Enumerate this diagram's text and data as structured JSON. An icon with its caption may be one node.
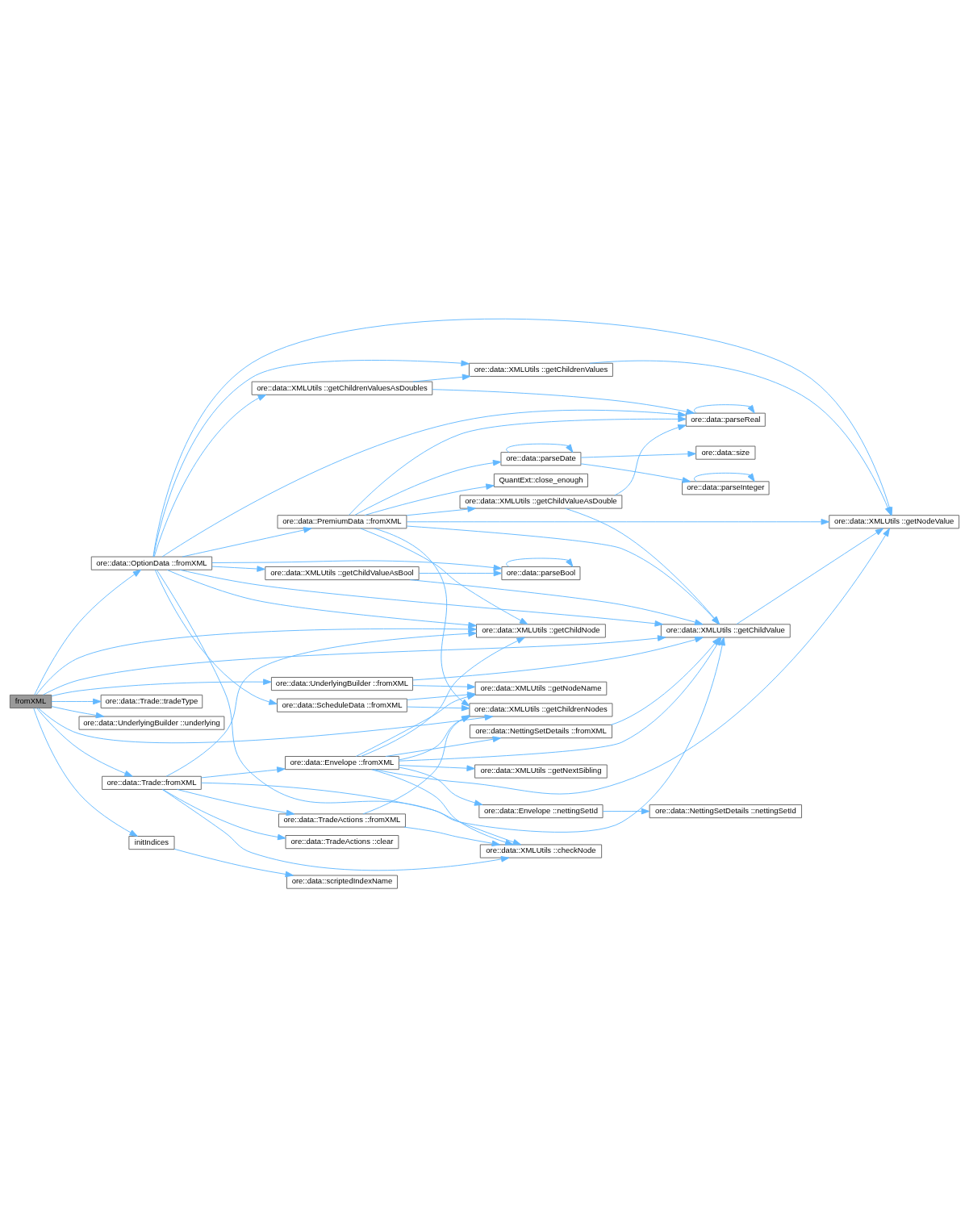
{
  "diagram": {
    "nodes": [
      {
        "text": [
          "fromXML"
        ]
      },
      {
        "text": [
          "ore::data::OptionData ::fromXML"
        ]
      },
      {
        "text": [
          "ore::data::UnderlyingBuilder ::fromXML"
        ]
      },
      {
        "text": [
          "ore::data::Trade::fromXML"
        ]
      },
      {
        "text": [
          "initIndices"
        ]
      },
      {
        "text": [
          "ore::data::Trade::tradeType"
        ]
      },
      {
        "text": [
          "ore::data::UnderlyingBuilder ::underlying"
        ]
      },
      {
        "text": [
          "ore::data::XMLUtils ::getChildrenValuesAsDoubles"
        ]
      },
      {
        "text": [
          "ore::data::PremiumData ::fromXML"
        ]
      },
      {
        "text": [
          "ore::data::XMLUtils ::getChildValueAsBool"
        ]
      },
      {
        "text": [
          "ore::data::ScheduleData ::fromXML"
        ]
      },
      {
        "text": [
          "ore::data::TradeActions ::fromXML"
        ]
      },
      {
        "text": [
          "ore::data::TradeActions ::clear"
        ]
      },
      {
        "text": [
          "ore::data::Envelope ::fromXML"
        ]
      },
      {
        "text": [
          "ore::data::scriptedIndexName"
        ]
      },
      {
        "text": [
          "ore::data::XMLUtils ::getChildrenValues"
        ]
      },
      {
        "text": [
          "QuantExt::close_enough"
        ]
      },
      {
        "text": [
          "ore::data::parseDate"
        ]
      },
      {
        "text": [
          "ore::data::XMLUtils ::getChildValueAsDouble"
        ]
      },
      {
        "text": [
          "ore::data::parseBool"
        ]
      },
      {
        "text": [
          "ore::data::XMLUtils ::getChildNode"
        ]
      },
      {
        "text": [
          "ore::data::XMLUtils ::getChildrenNodes"
        ]
      },
      {
        "text": [
          "ore::data::XMLUtils ::getNodeName"
        ]
      },
      {
        "text": [
          "ore::data::XMLUtils ::checkNode"
        ]
      },
      {
        "text": [
          "ore::data::NettingSetDetails ::fromXML"
        ]
      },
      {
        "text": [
          "ore::data::XMLUtils ::getNextSibling"
        ]
      },
      {
        "text": [
          "ore::data::Envelope ::nettingSetId"
        ]
      },
      {
        "text": [
          "ore::data::parseReal"
        ]
      },
      {
        "text": [
          "ore::data::size"
        ]
      },
      {
        "text": [
          "ore::data::parseInteger"
        ]
      },
      {
        "text": [
          "ore::data::XMLUtils ::getChildValue"
        ]
      },
      {
        "text": [
          "ore::data::XMLUtils ::getNodeValue"
        ]
      },
      {
        "text": [
          "ore::data::NettingSetDetails ::nettingSetId"
        ]
      }
    ],
    "edges": [
      {
        "from": 0,
        "to": 1,
        "arrow": "to"
      },
      {
        "from": 0,
        "to": 20,
        "arrow": "to"
      },
      {
        "from": 0,
        "to": 21,
        "arrow": "to"
      },
      {
        "from": 0,
        "to": 2,
        "arrow": "to"
      },
      {
        "from": 0,
        "to": 30,
        "arrow": "to"
      },
      {
        "from": 0,
        "to": 3,
        "arrow": "to"
      },
      {
        "from": 0,
        "to": 4,
        "arrow": "to"
      },
      {
        "from": 0,
        "to": 5,
        "arrow": "to"
      },
      {
        "from": 0,
        "to": 6,
        "arrow": "to"
      },
      {
        "from": 1,
        "to": 31,
        "arrow": "to"
      },
      {
        "from": 1,
        "to": 15,
        "arrow": "to"
      },
      {
        "from": 1,
        "to": 7,
        "arrow": "to"
      },
      {
        "from": 1,
        "to": 27,
        "arrow": "to"
      },
      {
        "from": 1,
        "to": 8,
        "arrow": "to"
      },
      {
        "from": 1,
        "to": 19,
        "arrow": "to"
      },
      {
        "from": 1,
        "to": 9,
        "arrow": "to"
      },
      {
        "from": 1,
        "to": 20,
        "arrow": "to"
      },
      {
        "from": 1,
        "to": 30,
        "arrow": "to"
      },
      {
        "from": 1,
        "to": 10,
        "arrow": "to"
      },
      {
        "from": 1,
        "to": 23,
        "arrow": "to"
      },
      {
        "from": 2,
        "to": 30,
        "arrow": "to"
      },
      {
        "from": 2,
        "to": 22,
        "arrow": "to"
      },
      {
        "from": 3,
        "to": 20,
        "arrow": "to"
      },
      {
        "from": 3,
        "to": 11,
        "arrow": "to"
      },
      {
        "from": 3,
        "to": 12,
        "arrow": "to"
      },
      {
        "from": 3,
        "to": 23,
        "arrow": "to"
      },
      {
        "from": 3,
        "to": 13,
        "arrow": "to"
      },
      {
        "from": 3,
        "to": 30,
        "arrow": "to"
      },
      {
        "from": 4,
        "to": 14,
        "arrow": "to"
      },
      {
        "from": 7,
        "to": 15,
        "arrow": "to"
      },
      {
        "from": 7,
        "to": 27,
        "arrow": "to"
      },
      {
        "from": 8,
        "to": 16,
        "arrow": "to"
      },
      {
        "from": 8,
        "to": 27,
        "arrow": "to"
      },
      {
        "from": 8,
        "to": 17,
        "arrow": "to"
      },
      {
        "from": 8,
        "to": 31,
        "arrow": "to"
      },
      {
        "from": 8,
        "to": 18,
        "arrow": "to"
      },
      {
        "from": 8,
        "to": 30,
        "arrow": "to"
      },
      {
        "from": 8,
        "to": 20,
        "arrow": "to"
      },
      {
        "from": 8,
        "to": 21,
        "arrow": "to"
      },
      {
        "from": 9,
        "to": 19,
        "arrow": "to"
      },
      {
        "from": 9,
        "to": 30,
        "arrow": "to"
      },
      {
        "from": 10,
        "to": 21,
        "arrow": "to"
      },
      {
        "from": 10,
        "to": 22,
        "arrow": "to"
      },
      {
        "from": 11,
        "to": 21,
        "arrow": "to"
      },
      {
        "from": 11,
        "to": 23,
        "arrow": "to"
      },
      {
        "from": 13,
        "to": 20,
        "arrow": "to"
      },
      {
        "from": 13,
        "to": 21,
        "arrow": "to"
      },
      {
        "from": 13,
        "to": 22,
        "arrow": "to"
      },
      {
        "from": 13,
        "to": 23,
        "arrow": "to"
      },
      {
        "from": 13,
        "to": 30,
        "arrow": "to"
      },
      {
        "from": 13,
        "to": 24,
        "arrow": "to"
      },
      {
        "from": 13,
        "to": 31,
        "arrow": "to"
      },
      {
        "from": 13,
        "to": 25,
        "arrow": "to"
      },
      {
        "from": 13,
        "to": 26,
        "arrow": "to"
      },
      {
        "from": 15,
        "to": 31,
        "arrow": "to"
      },
      {
        "from": 17,
        "to": 17,
        "arrow": "to"
      },
      {
        "from": 17,
        "to": 28,
        "arrow": "to"
      },
      {
        "from": 17,
        "to": 29,
        "arrow": "to"
      },
      {
        "from": 18,
        "to": 27,
        "arrow": "to"
      },
      {
        "from": 18,
        "to": 30,
        "arrow": "to"
      },
      {
        "from": 19,
        "to": 19,
        "arrow": "to"
      },
      {
        "from": 24,
        "to": 30,
        "arrow": "to"
      },
      {
        "from": 26,
        "to": 32,
        "arrow": "to"
      },
      {
        "from": 27,
        "to": 27,
        "arrow": "to"
      },
      {
        "from": 29,
        "to": 29,
        "arrow": "to"
      },
      {
        "from": 30,
        "to": 31,
        "arrow": "to"
      }
    ]
  }
}
